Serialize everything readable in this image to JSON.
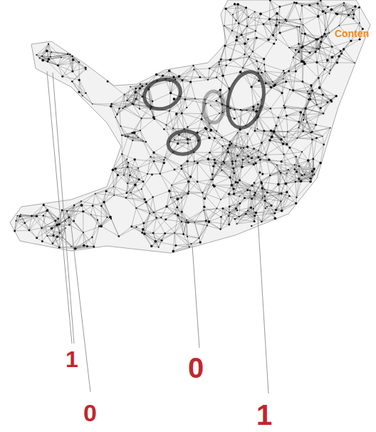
{
  "diagram": {
    "labels": [
      "Conten",
      "1",
      "0",
      "0",
      "1"
    ]
  }
}
